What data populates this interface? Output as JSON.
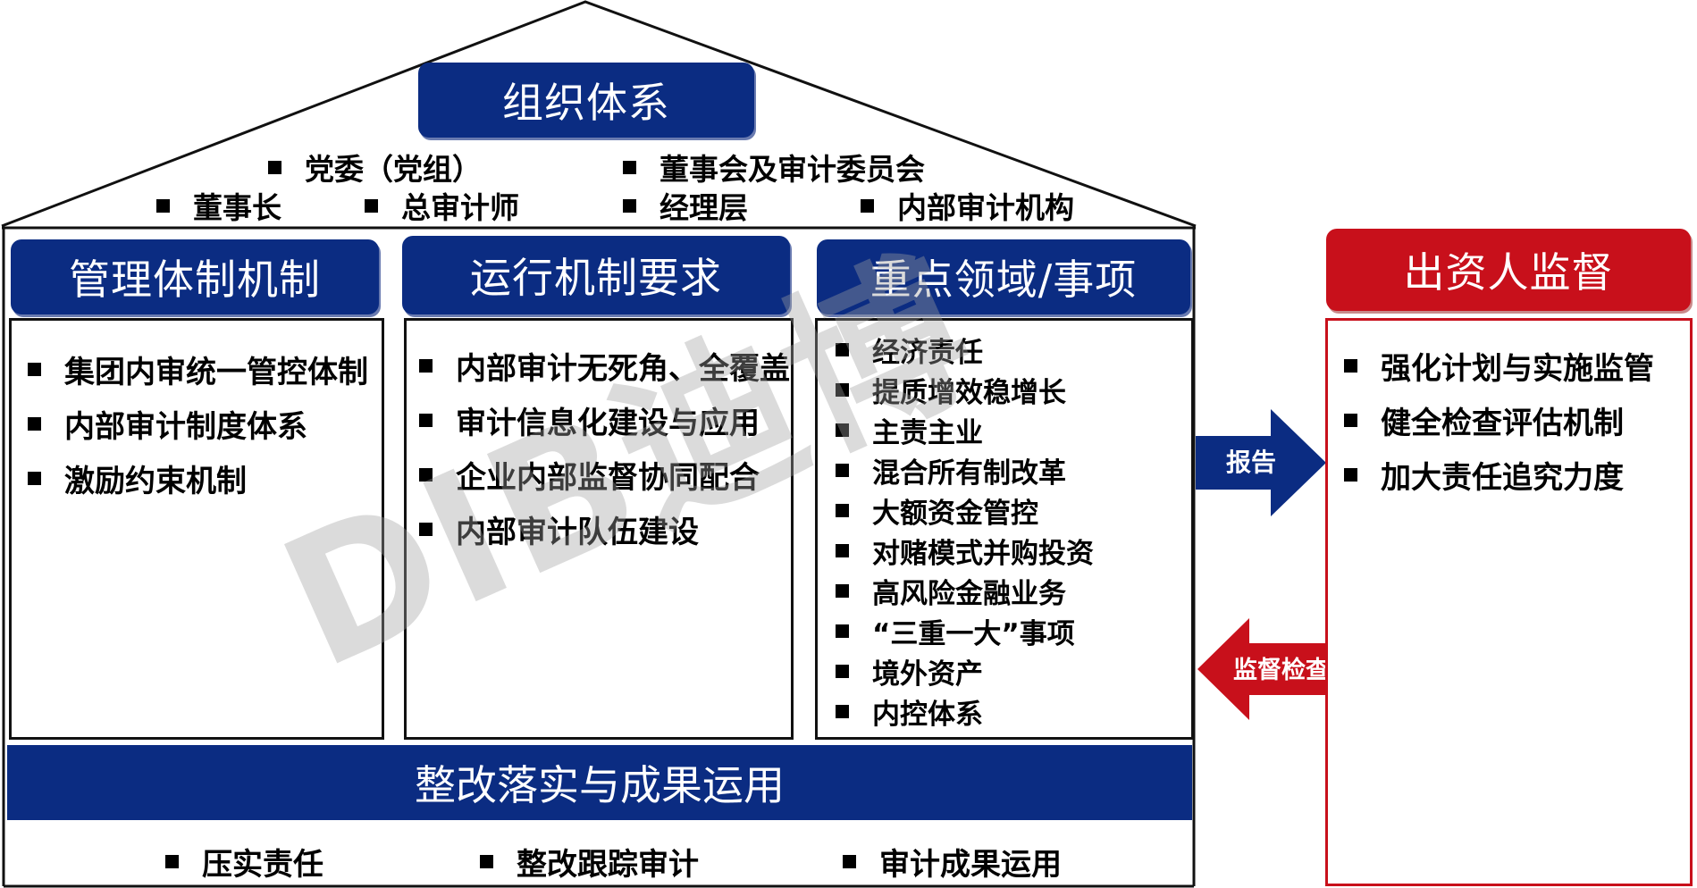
{
  "roof": {
    "title": "组织体系",
    "items": [
      "党委（党组）",
      "董事会及审计委员会",
      "董事长",
      "总审计师",
      "经理层",
      "内部审计机构"
    ]
  },
  "pillars": [
    {
      "title": "管理体制机制",
      "items": [
        "集团内审统一管控体制",
        "内部审计制度体系",
        "激励约束机制"
      ]
    },
    {
      "title": "运行机制要求",
      "items": [
        "内部审计无死角、全覆盖",
        "审计信息化建设与应用",
        "企业内部监督协同配合",
        "内部审计队伍建设"
      ]
    },
    {
      "title": "重点领域/事项",
      "items": [
        "经济责任",
        "提质增效稳增长",
        "主责主业",
        "混合所有制改革",
        "大额资金管控",
        "对赌模式并购投资",
        "高风险金融业务",
        "“三重一大”事项",
        "境外资产",
        "内控体系"
      ]
    }
  ],
  "base": {
    "title": "整改落实与成果运用",
    "items": [
      "压实责任",
      "整改跟踪审计",
      "审计成果运用"
    ]
  },
  "investor": {
    "title": "出资人监督",
    "items": [
      "强化计划与实施监管",
      "健全检查评估机制",
      "加大责任追究力度"
    ]
  },
  "arrows": {
    "report": "报告",
    "supervise": "监督检查"
  },
  "watermark": "DIB迪博",
  "colors": {
    "navy": "#0b2c82",
    "red": "#c8101b"
  }
}
